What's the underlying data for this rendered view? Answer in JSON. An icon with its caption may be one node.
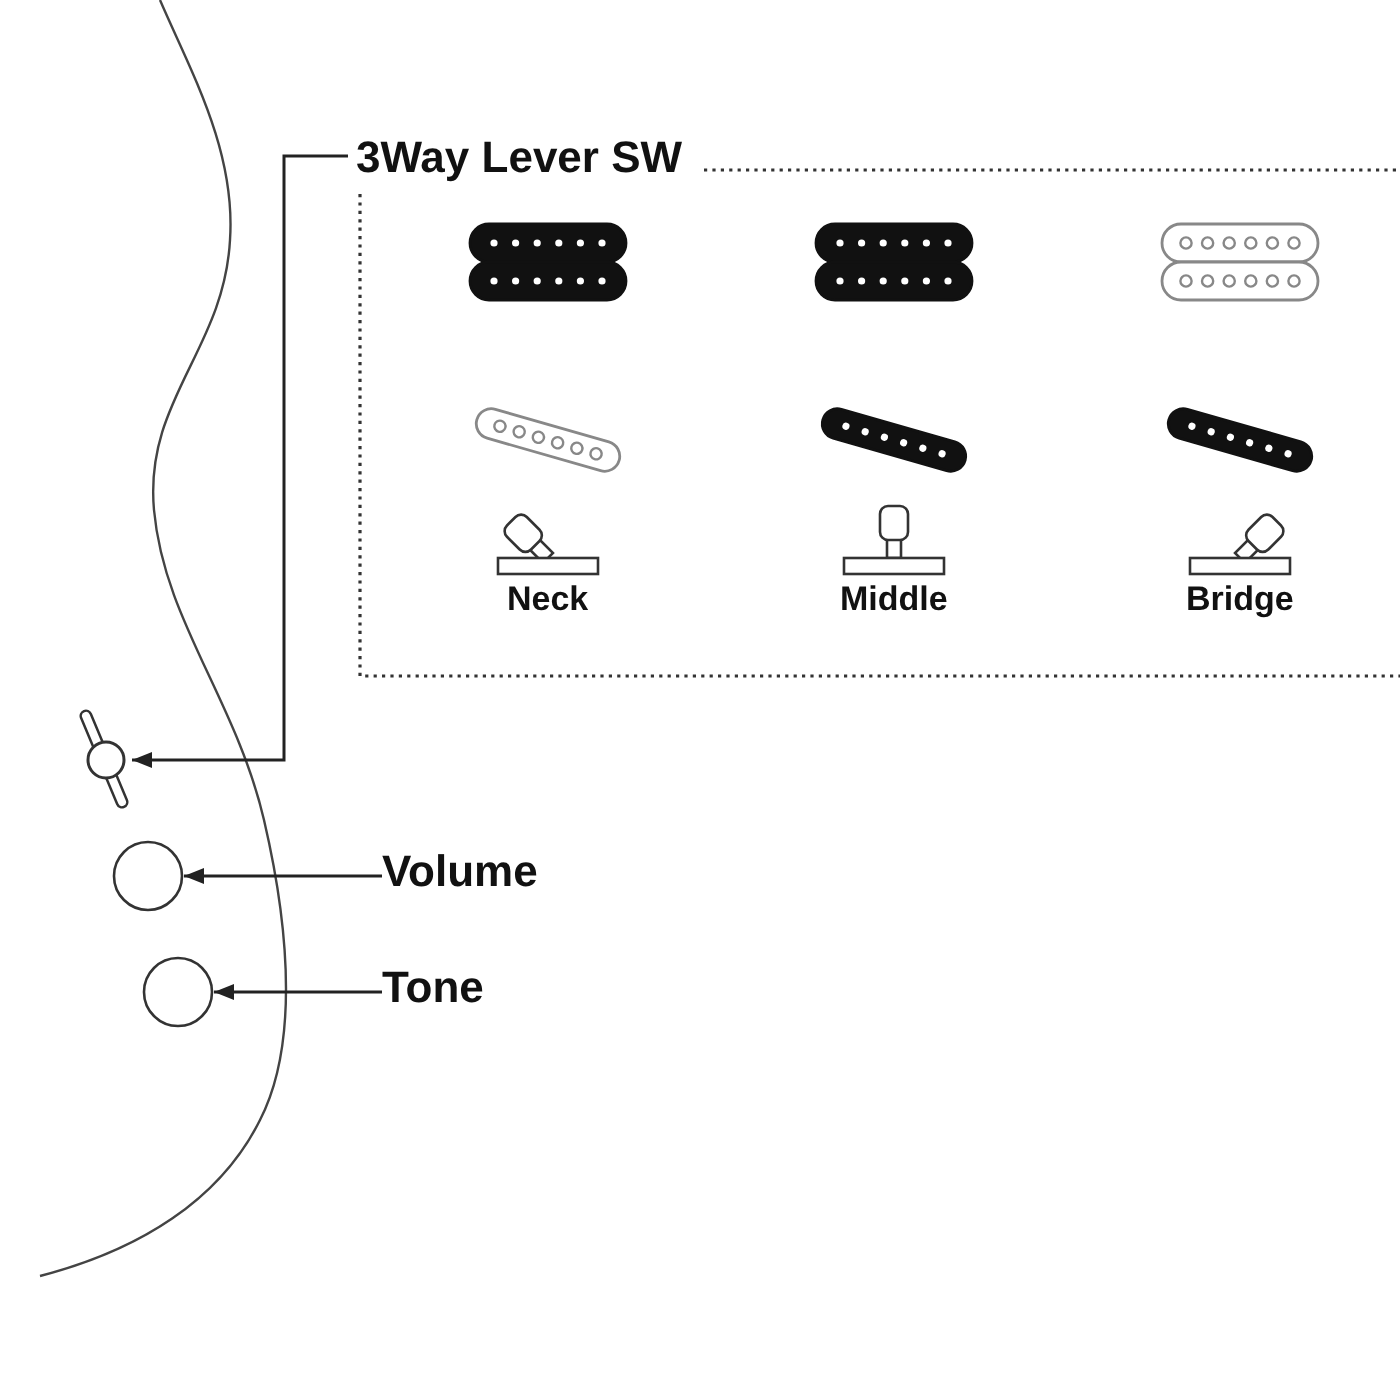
{
  "diagram": {
    "nodes": [
      {
        "text": [
          "3Way Lever SW",
          "Neck",
          "Middle",
          "Bridge"
        ]
      },
      {
        "text": [],
        "shape": "circle"
      },
      {
        "text": [],
        "shape": "circle"
      },
      {
        "text": [
          "Volume"
        ]
      },
      {
        "text": [],
        "shape": "circle"
      },
      {
        "text": [
          "Tone"
        ]
      }
    ],
    "edges": [
      {
        "from": 0,
        "to": 1,
        "arrow": "to"
      },
      {
        "from": 3,
        "to": 2,
        "arrow": "to"
      },
      {
        "from": 5,
        "to": 4,
        "arrow": "to"
      }
    ]
  }
}
